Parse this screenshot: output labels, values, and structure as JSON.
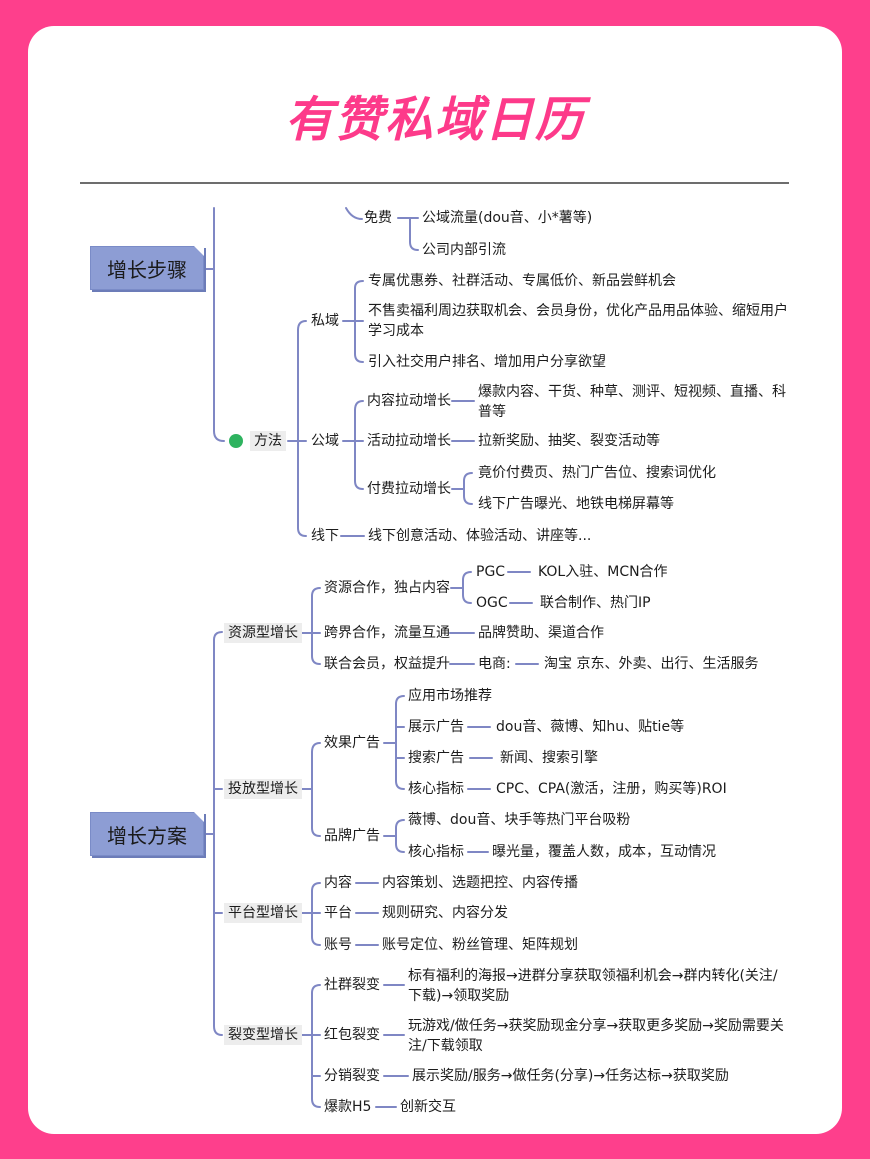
{
  "title": "有赞私域日历",
  "colors": {
    "background": "#fe3f8c",
    "title": "#fd3a8a",
    "connector": "#7f87c4",
    "root_fill": "#8d9dd4",
    "status_dot": "#2eb35f"
  },
  "growth_steps": {
    "root": "增长步骤",
    "method": "方法",
    "free": {
      "label": "免费",
      "items": [
        "公域流量(dou音、小*薯等)",
        "公司内部引流"
      ]
    },
    "private": {
      "label": "私域",
      "items": [
        "专属优惠券、社群活动、专属低价、新品尝鲜机会",
        "不售卖福利周边获取机会、会员身份，优化产品用品体验、缩短用户学习成本",
        "引入社交用户排名、增加用户分享欲望"
      ]
    },
    "public": {
      "label": "公域",
      "content": {
        "label": "内容拉动增长",
        "item": "爆款内容、干货、种草、测评、短视频、直播、科普等"
      },
      "activity": {
        "label": "活动拉动增长",
        "item": "拉新奖励、抽奖、裂变活动等"
      },
      "paid": {
        "label": "付费拉动增长",
        "items": [
          "竟价付费页、热门广告位、搜索词优化",
          "线下广告曝光、地铁电梯屏幕等"
        ]
      }
    },
    "offline": {
      "label": "线下",
      "item": "线下创意活动、体验活动、讲座等..."
    }
  },
  "growth_plan": {
    "root": "增长方案",
    "resource": {
      "label": "资源型增长",
      "coop": {
        "label": "资源合作，独占内容",
        "pgc": "PGC",
        "pgc_item": "KOL入驻、MCN合作",
        "ogc": "OGC",
        "ogc_item": "联合制作、热门IP"
      },
      "cross": {
        "label": "跨界合作，流量互通",
        "item": "品牌赞助、渠道合作"
      },
      "member": {
        "label": "联合会员，权益提升",
        "ecom": "电商:",
        "item": "淘宝 京东、外卖、出行、生活服务"
      }
    },
    "ads": {
      "label": "投放型增长",
      "effect": {
        "label": "效果广告",
        "appstore": "应用市场推荐",
        "display": "展示广告",
        "display_item": "dou音、薇博、知hu、贴tie等",
        "search": "搜索广告",
        "search_item": "新闻、搜索引擎",
        "kpi": "核心指标",
        "kpi_item": "CPC、CPA(激活，注册，购买等)ROI"
      },
      "brand": {
        "label": "品牌广告",
        "item": "薇博、dou音、块手等热门平台吸粉",
        "kpi": "核心指标",
        "kpi_item": "曝光量，覆盖人数，成本，互动情况"
      }
    },
    "platform": {
      "label": "平台型增长",
      "content": "内容",
      "content_item": "内容策划、选题把控、内容传播",
      "plat": "平台",
      "plat_item": "规则研究、内容分发",
      "account": "账号",
      "account_item": "账号定位、粉丝管理、矩阵规划"
    },
    "fission": {
      "label": "裂变型增长",
      "community": "社群裂变",
      "community_item": "标有福利的海报→进群分享获取领福利机会→群内转化(关注/下载)→领取奖励",
      "redpacket": "红包裂变",
      "redpacket_item": "玩游戏/做任务→获奖励现金分享→获取更多奖励→奖励需要关注/下载领取",
      "distribution": "分销裂变",
      "distribution_item": "展示奖励/服务→做任务(分享)→任务达标→获取奖励",
      "h5": "爆款H5",
      "h5_item": "创新交互"
    }
  }
}
